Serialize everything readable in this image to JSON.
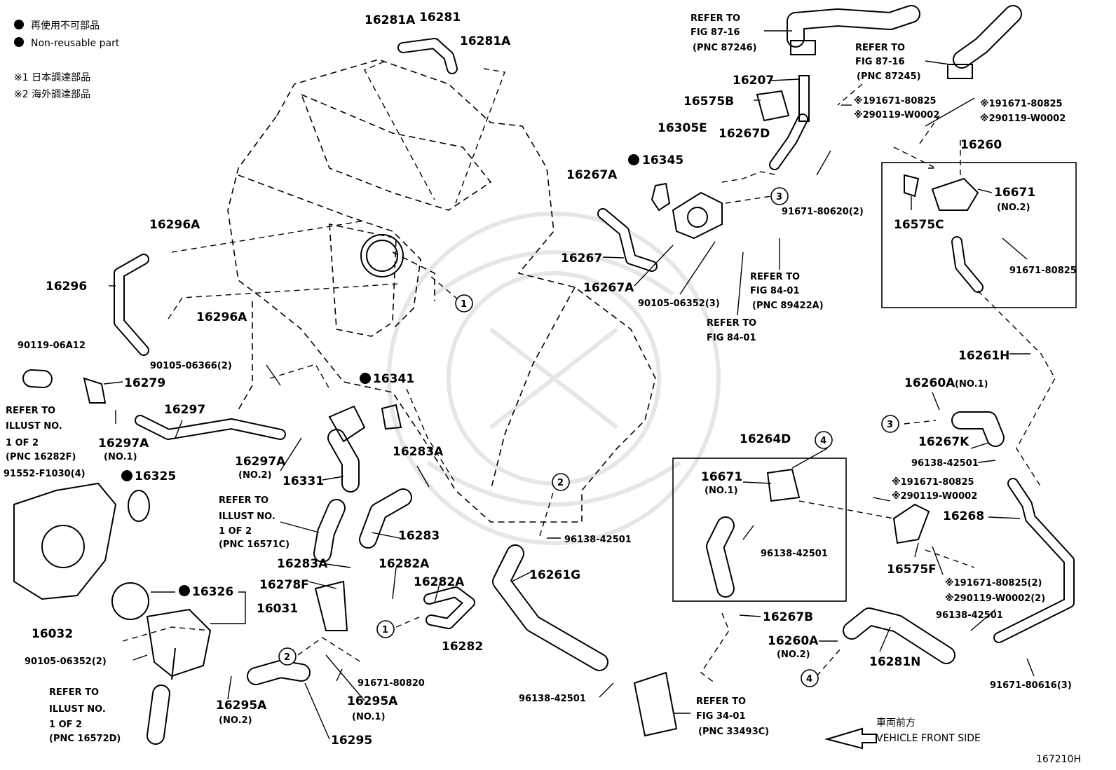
{
  "legend": {
    "nonreusable_jp": "再使用不可部品",
    "nonreusable_en": "Non-reusable part",
    "note1": "※1 日本調達部品",
    "note2": "※2 海外調達部品"
  },
  "labels": {
    "p16281A_a": "16281A",
    "p16281": "16281",
    "p16281A_b": "16281A",
    "refer8716_a_1": "REFER TO",
    "refer8716_a_2": "FIG 87-16",
    "refer8716_a_3": "(PNC 87246)",
    "refer8716_b_1": "REFER TO",
    "refer8716_b_2": "FIG 87-16",
    "refer8716_b_3": "(PNC 87245)",
    "p16207": "16207",
    "p16575B": "16575B",
    "note_191671_a": "※191671-80825",
    "note_290119_a": "※290119-W0002",
    "note_191671_b": "※191671-80825",
    "note_290119_b": "※290119-W0002",
    "p16305E": "16305E",
    "p16267D": "16267D",
    "p16345": "16345",
    "p16267A_a": "16267A",
    "p16260": "16260",
    "p16671_2": "16671",
    "no2_a": "(NO.2)",
    "p16575C": "16575C",
    "p91671_80620": "91671-80620(2)",
    "p91671_80825": "91671-80825",
    "p16296A_a": "16296A",
    "p16296": "16296",
    "p16296A_b": "16296A",
    "p16267": "16267",
    "p16267A_b": "16267A",
    "p90105_06352_3": "90105-06352(3)",
    "refer8401_a_1": "REFER TO",
    "refer8401_a_2": "FIG 84-01",
    "refer8401_a_3": "(PNC 89422A)",
    "refer8401_b_1": "REFER TO",
    "refer8401_b_2": "FIG 84-01",
    "p16261H": "16261H",
    "p90119": "90119-06A12",
    "p16279": "16279",
    "p90105_06366": "90105-06366(2)",
    "p16341": "16341",
    "p16260A_1": "16260A",
    "no1_a": "(NO.1)",
    "refer_illust_a_1": "REFER TO",
    "refer_illust_a_2": "ILLUST NO.",
    "refer_illust_a_3": "1 OF 2",
    "refer_illust_a_4": "(PNC 16282F)",
    "p16297": "16297",
    "p16297A_1": "16297A",
    "no1_b": "(NO.1)",
    "p16267K": "16267K",
    "p16264D": "16264D",
    "p16283A_a": "16283A",
    "p96138_a": "96138-42501",
    "p91552": "91552-F1030(4)",
    "p16325": "16325",
    "p16297A_2": "16297A",
    "no2_b": "(NO.2)",
    "p16671_1": "16671",
    "no1_c": "(NO.1)",
    "note_191671_c": "※191671-80825",
    "note_290119_c": "※290119-W0002",
    "p16331": "16331",
    "refer_illust_b_1": "REFER TO",
    "refer_illust_b_2": "ILLUST NO.",
    "refer_illust_b_3": "1 OF 2",
    "refer_illust_b_4": "(PNC 16571C)",
    "p16283": "16283",
    "p96138_b": "96138-42501",
    "p96138_c": "96138-42501",
    "p16268": "16268",
    "p16575F": "16575F",
    "p16283A_b": "16283A",
    "p16282A_a": "16282A",
    "p16261G": "16261G",
    "p16278F": "16278F",
    "p16282A_b": "16282A",
    "note_191671_d": "※191671-80825(2)",
    "note_290119_d": "※290119-W0002(2)",
    "p16326": "16326",
    "p16031": "16031",
    "p16032": "16032",
    "p16267B": "16267B",
    "p96138_d": "96138-42501",
    "p16282": "16282",
    "p16260A_2": "16260A",
    "no2_c": "(NO.2)",
    "p16281N": "16281N",
    "p90105_06352_2": "90105-06352(2)",
    "p91671_80820": "91671-80820",
    "p16295A_1": "16295A",
    "no1_d": "(NO.1)",
    "refer_illust_c_1": "REFER TO",
    "refer_illust_c_2": "ILLUST NO.",
    "refer_illust_c_3": "1 OF 2",
    "refer_illust_c_4": "(PNC 16572D)",
    "p16295A_2": "16295A",
    "no2_d": "(NO.2)",
    "p96138_e": "96138-42501",
    "refer3401_1": "REFER TO",
    "refer3401_2": "FIG 34-01",
    "refer3401_3": "(PNC 33493C)",
    "p91671_80616": "91671-80616(3)",
    "p16295": "16295",
    "front_jp": "車両前方",
    "front_en": "VEHICLE FRONT SIDE",
    "fig_code": "167210H"
  },
  "callouts": [
    "1",
    "2",
    "3",
    "4"
  ]
}
